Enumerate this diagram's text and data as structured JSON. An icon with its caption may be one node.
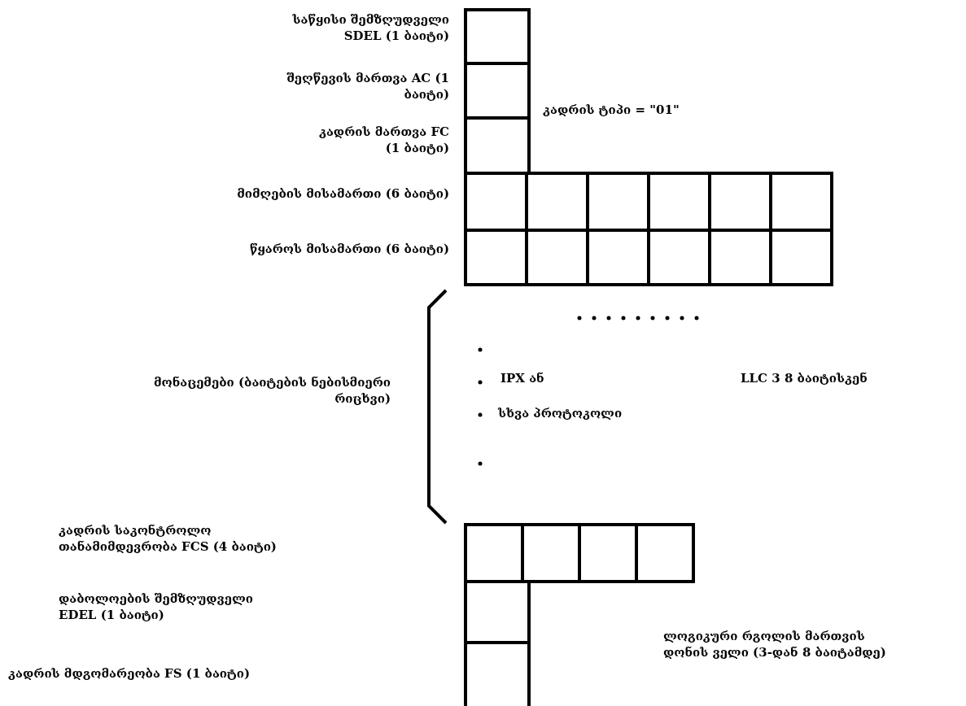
{
  "diagram": {
    "labels": [
      "საწყისი შემზღუდველი SDEL (1 ბაიტი)",
      "შეღწევის მართვა AC (1 ბაიტი)",
      "კადრის ტიპი = \"01\"",
      "კადრის მართვა FC (1 ბაიტი)",
      "მიმღების მისამართი (6 ბაიტი)",
      "წყაროს მისამართი (6 ბაიტი)",
      "მონაცემები (ბაიტების ნებისმიერი რიცხვი)",
      "IPX ან",
      "LLC 3 8 ბაიტისკენ",
      "სხვა პროტოკოლი",
      "კადრის საკონტროლო თანამიმდევრობა FCS (4 ბაიტი)",
      "დაბოლოების შემზღუდველი EDEL (1 ბაიტი)",
      "ლოგიკური რგოლის მართვის დონის ველი (3-დან 8 ბაიტამდე)",
      "კადრის მდგომარეობა FS (1 ბაიტი)"
    ]
  }
}
